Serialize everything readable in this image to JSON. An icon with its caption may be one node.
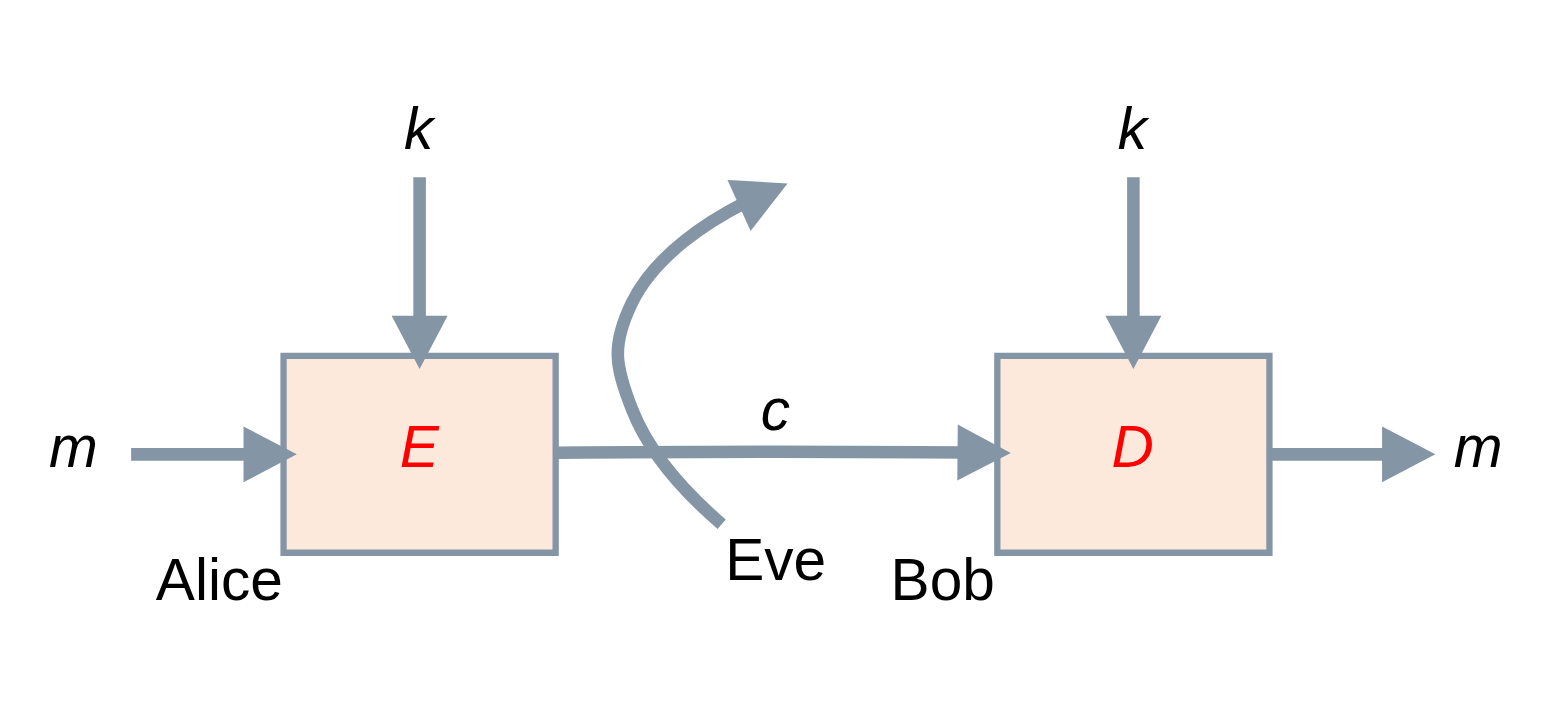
{
  "diagram": {
    "nodes": [
      {
        "text": [
          "k"
        ]
      },
      {
        "text": [
          "k"
        ]
      },
      {
        "text": [
          "m"
        ]
      },
      {
        "text": [
          "E"
        ],
        "beside": [
          "Alice"
        ]
      },
      {
        "text": [
          "D"
        ],
        "beside": [
          "Bob"
        ]
      },
      {
        "text": [
          "m"
        ]
      },
      {
        "text": [
          "Eve"
        ]
      }
    ],
    "edges": [
      {
        "from": 2,
        "to": 3,
        "arrow": "to"
      },
      {
        "from": 0,
        "to": 3,
        "arrow": "to"
      },
      {
        "from": 3,
        "to": 4,
        "arrow": "to",
        "label": "c"
      },
      {
        "from": 1,
        "to": 4,
        "arrow": "to"
      },
      {
        "from": 4,
        "to": 5,
        "arrow": "to"
      },
      {
        "from": 6,
        "to": null,
        "arrow": "to"
      }
    ]
  }
}
